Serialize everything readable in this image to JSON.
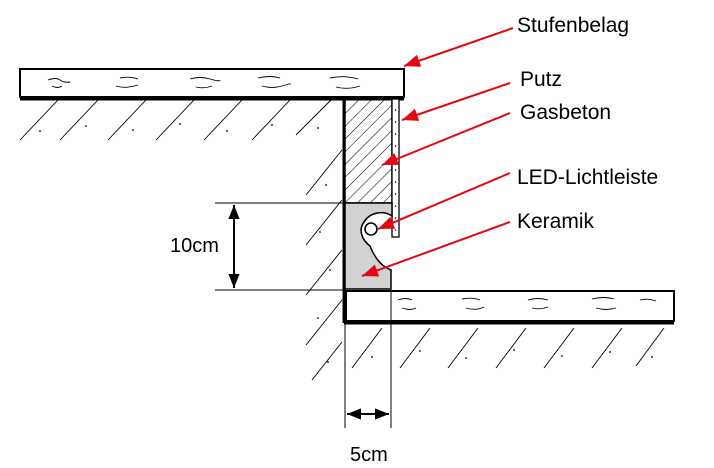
{
  "labels": {
    "stufenbelag": "Stufenbelag",
    "putz": "Putz",
    "gasbeton": "Gasbeton",
    "led": "LED-Lichtleiste",
    "keramik": "Keramik"
  },
  "dimensions": {
    "height": "10cm",
    "width": "5cm"
  },
  "colors": {
    "arrow": "#e30613",
    "line": "#000000",
    "ceramic_fill": "#d2d2d2"
  }
}
